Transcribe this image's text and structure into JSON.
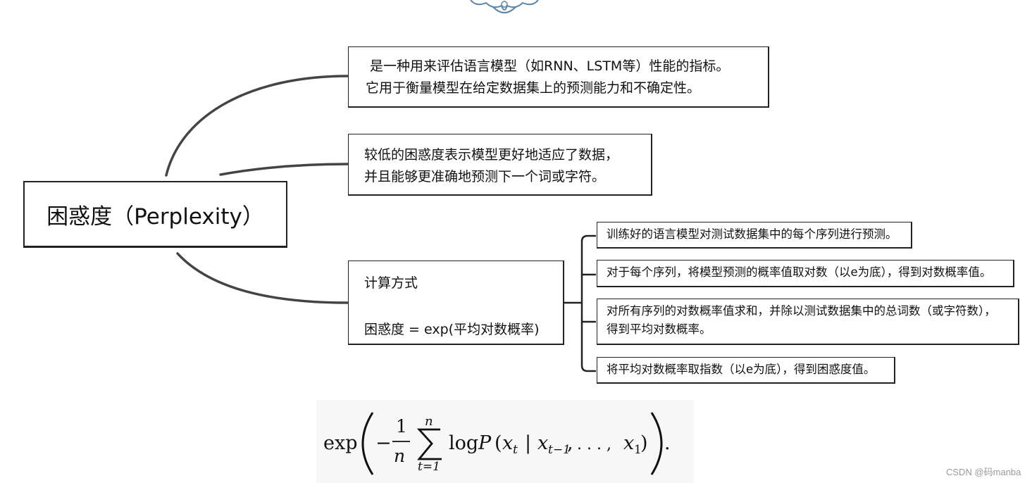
{
  "root": {
    "label": "困惑度（Perplexity）"
  },
  "branches": {
    "definition": {
      "lines": [
        " 是一种用来评估语言模型（如RNN、LSTM等）性能的指标。",
        "它用于衡量模型在给定数据集上的预测能力和不确定性。"
      ]
    },
    "interpretation": {
      "lines": [
        "较低的困惑度表示模型更好地适应了数据，",
        "并且能够更准确地预测下一个词或字符。"
      ]
    },
    "calculation": {
      "title": "计算方式",
      "formula": "困惑度 = exp(平均对数概率)",
      "steps": [
        {
          "lines": [
            "训练好的语言模型对测试数据集中的每个序列进行预测。"
          ]
        },
        {
          "lines": [
            "对于每个序列，将模型预测的概率值取对数（以e为底），得到对数概率值。"
          ]
        },
        {
          "lines": [
            "对所有序列的对数概率值求和，并除以测试数据集中的总词数（或字符数），",
            "得到平均对数概率。"
          ]
        },
        {
          "lines": [
            "将平均对数概率取指数（以e为底），得到困惑度值。"
          ]
        }
      ]
    }
  },
  "formula_image": {
    "exp": "exp",
    "minus": "−",
    "numerator": "1",
    "denominator": "n",
    "sum_upper": "n",
    "sum_lower": "t=1",
    "log": "log",
    "P": "P",
    "x": "x",
    "t": "t",
    "t_minus_1": "t−1",
    "one": "1",
    "comma": ",",
    "bar": "|",
    "ellipsis": ". . . ,",
    "period": "."
  },
  "watermark": "CSDN @码manba"
}
